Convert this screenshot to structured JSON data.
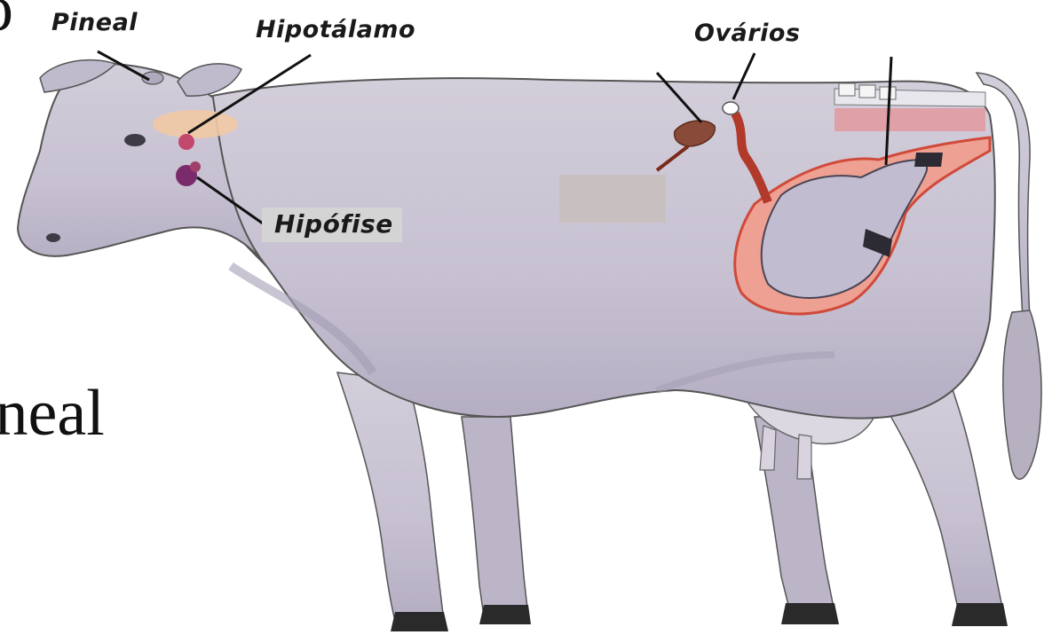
{
  "diagram": {
    "labels": {
      "pineal": "Pineal",
      "hipotalamo": "Hipotálamo",
      "ovarios": "Ovários",
      "hipofise": "Hipófise"
    },
    "edge_text": {
      "top": "o",
      "middle": "ineal"
    },
    "colors": {
      "body": "#c9c3d4",
      "body_shade": "#b1aabf",
      "uterus": "#e87c6e",
      "hormone_gland": "#7a2b6b",
      "ovary_duct": "#b23a2a",
      "hypothalamus": "#f1c9a5"
    }
  }
}
